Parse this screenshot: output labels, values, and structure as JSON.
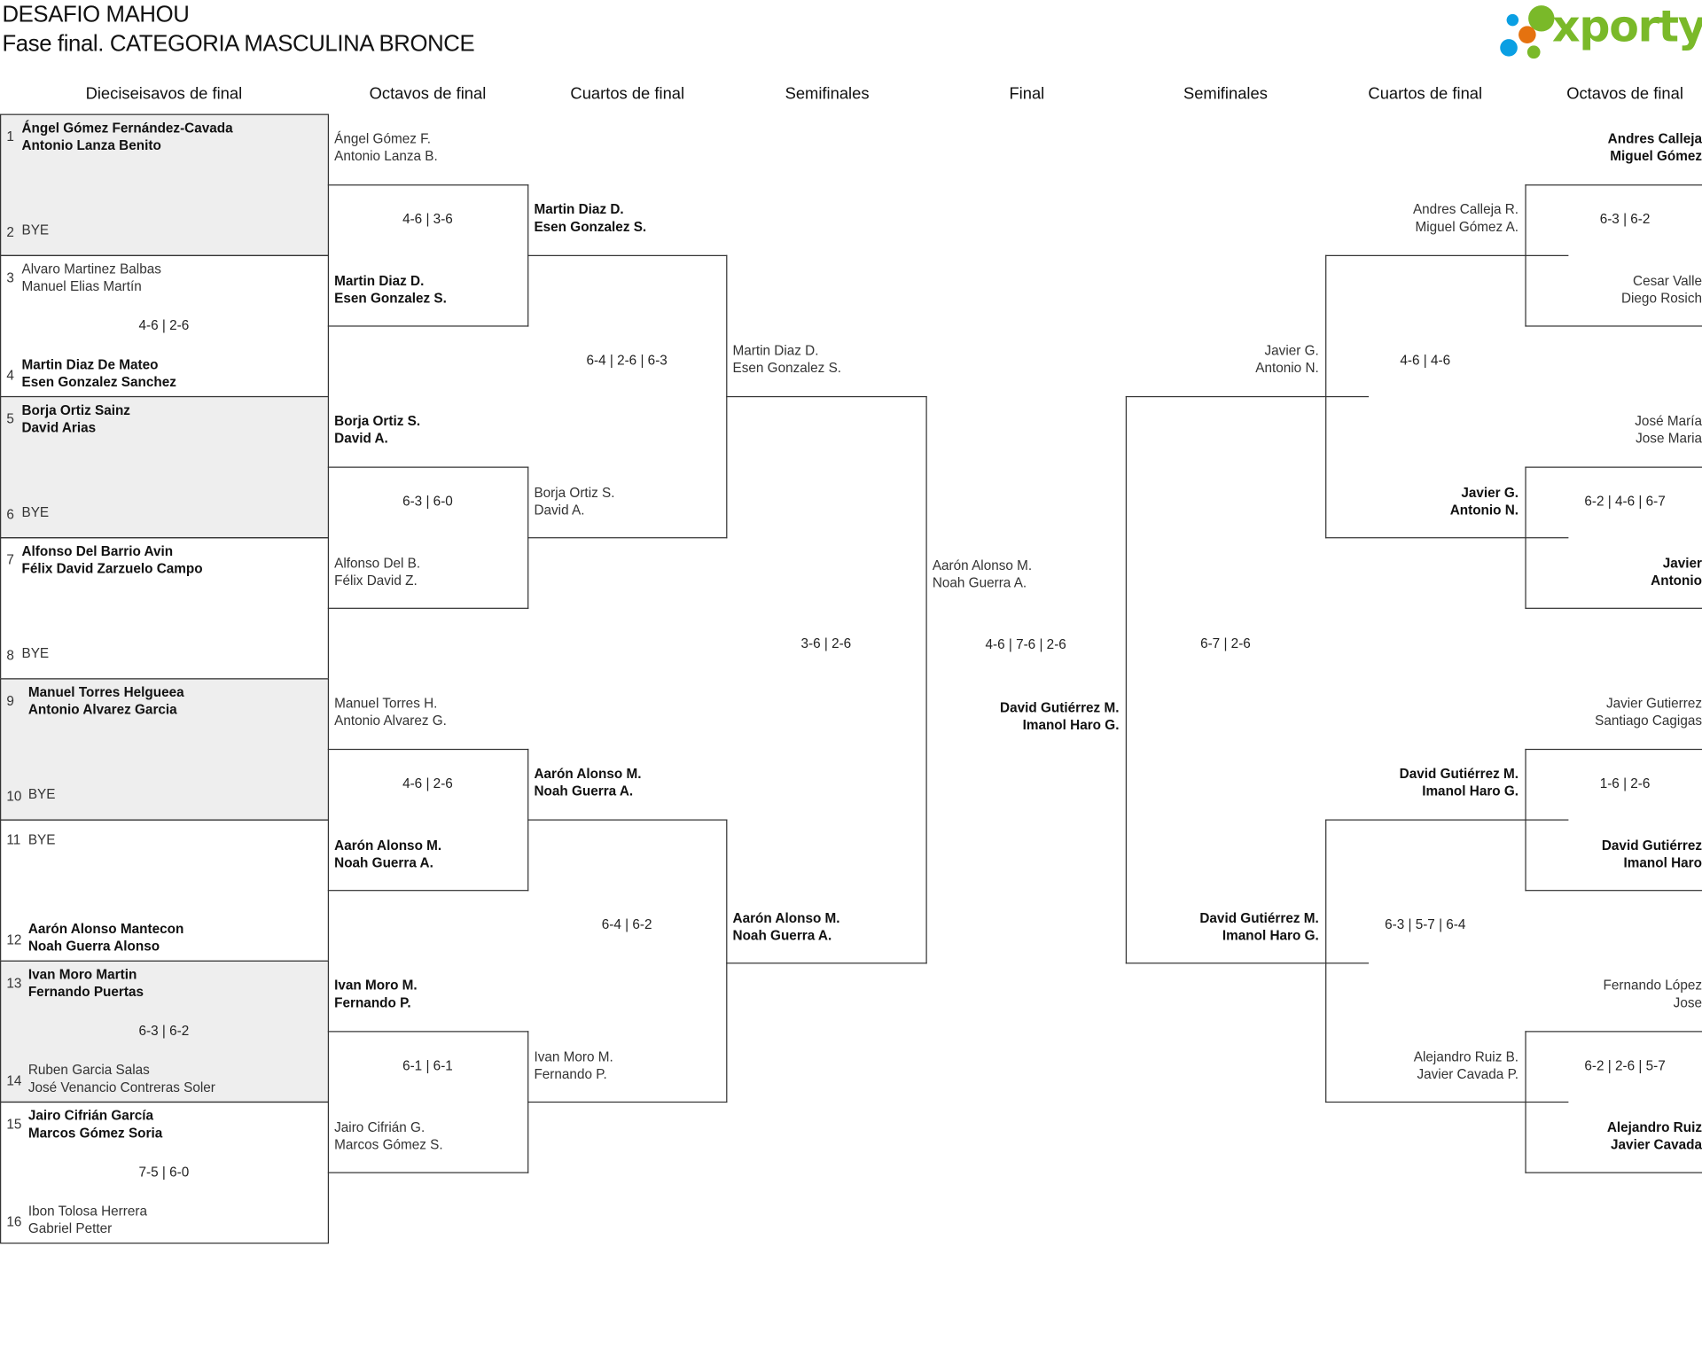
{
  "header": {
    "title": "DESAFIO MAHOU",
    "subtitle": "Fase final. CATEGORIA MASCULINA BRONCE",
    "logo_text": "xporty",
    "logo_colors": {
      "green": "#7ab929",
      "blue": "#0a9fe3",
      "orange": "#e5720f"
    }
  },
  "columns": [
    "Dieciseisavos de final",
    "Octavos de final",
    "Cuartos de final",
    "Semifinales",
    "Final",
    "Semifinales",
    "Cuartos de final",
    "Octavos de final"
  ],
  "round_of_32": [
    {
      "top": {
        "seed": "1",
        "names": [
          "Ángel Gómez Fernández-Cavada",
          "Antonio Lanza Benito"
        ],
        "winner": true
      },
      "bottom": {
        "seed": "2",
        "names": [
          "BYE"
        ],
        "winner": false
      },
      "score": ""
    },
    {
      "top": {
        "seed": "3",
        "names": [
          "Alvaro Martinez Balbas",
          "Manuel Elias Martín"
        ],
        "winner": false
      },
      "bottom": {
        "seed": "4",
        "names": [
          "Martin Diaz De Mateo",
          "Esen Gonzalez Sanchez"
        ],
        "winner": true
      },
      "score": "4-6 | 2-6"
    },
    {
      "top": {
        "seed": "5",
        "names": [
          "Borja Ortiz Sainz",
          "David Arias"
        ],
        "winner": true
      },
      "bottom": {
        "seed": "6",
        "names": [
          "BYE"
        ],
        "winner": false
      },
      "score": ""
    },
    {
      "top": {
        "seed": "7",
        "names": [
          "Alfonso Del Barrio Avin",
          "Félix David Zarzuelo Campo"
        ],
        "winner": true
      },
      "bottom": {
        "seed": "8",
        "names": [
          "BYE"
        ],
        "winner": false
      },
      "score": ""
    },
    {
      "top": {
        "seed": "9",
        "names": [
          "Manuel Torres Helgueea",
          "Antonio Alvarez Garcia"
        ],
        "winner": true
      },
      "bottom": {
        "seed": "10",
        "names": [
          "BYE"
        ],
        "winner": false
      },
      "score": ""
    },
    {
      "top": {
        "seed": "11",
        "names": [
          "BYE"
        ],
        "winner": false
      },
      "bottom": {
        "seed": "12",
        "names": [
          "Aarón Alonso Mantecon",
          "Noah Guerra Alonso"
        ],
        "winner": true
      },
      "score": ""
    },
    {
      "top": {
        "seed": "13",
        "names": [
          "Ivan Moro Martin",
          "Fernando Puertas"
        ],
        "winner": true
      },
      "bottom": {
        "seed": "14",
        "names": [
          "Ruben Garcia Salas",
          "José Venancio Contreras Soler"
        ],
        "winner": false
      },
      "score": "6-3 | 6-2"
    },
    {
      "top": {
        "seed": "15",
        "names": [
          "Jairo Cifrián García",
          "Marcos Gómez Soria"
        ],
        "winner": true
      },
      "bottom": {
        "seed": "16",
        "names": [
          "Ibon Tolosa Herrera",
          "Gabriel Petter"
        ],
        "winner": false
      },
      "score": "7-5 | 6-0"
    }
  ],
  "left": {
    "round_of_16": [
      {
        "top": {
          "names": [
            "Ángel Gómez F.",
            "Antonio Lanza B."
          ],
          "winner": false
        },
        "bottom": {
          "names": [
            "Martin Diaz D.",
            "Esen Gonzalez S."
          ],
          "winner": true
        },
        "score": "4-6 | 3-6"
      },
      {
        "top": {
          "names": [
            "Borja Ortiz S.",
            "David A."
          ],
          "winner": true
        },
        "bottom": {
          "names": [
            "Alfonso Del B.",
            "Félix David Z."
          ],
          "winner": false
        },
        "score": "6-3 | 6-0"
      },
      {
        "top": {
          "names": [
            "Manuel Torres H.",
            "Antonio Alvarez G."
          ],
          "winner": false
        },
        "bottom": {
          "names": [
            "Aarón Alonso M.",
            "Noah Guerra A."
          ],
          "winner": true
        },
        "score": "4-6 | 2-6"
      },
      {
        "top": {
          "names": [
            "Ivan Moro M.",
            "Fernando P."
          ],
          "winner": true
        },
        "bottom": {
          "names": [
            "Jairo Cifrián G.",
            "Marcos Gómez S."
          ],
          "winner": false
        },
        "score": "6-1 | 6-1"
      }
    ],
    "quarterfinals": [
      {
        "top": {
          "names": [
            "Martin Diaz D.",
            "Esen Gonzalez S."
          ],
          "winner": true
        },
        "bottom": {
          "names": [
            "Borja Ortiz S.",
            "David A."
          ],
          "winner": false
        },
        "score": "6-4 | 2-6 | 6-3"
      },
      {
        "top": {
          "names": [
            "Aarón Alonso M.",
            "Noah Guerra A."
          ],
          "winner": true
        },
        "bottom": {
          "names": [
            "Ivan Moro M.",
            "Fernando P."
          ],
          "winner": false
        },
        "score": "6-4 | 6-2"
      }
    ],
    "semifinal": {
      "top": {
        "names": [
          "Martin Diaz D.",
          "Esen Gonzalez S."
        ],
        "winner": false
      },
      "bottom": {
        "names": [
          "Aarón Alonso M.",
          "Noah Guerra A."
        ],
        "winner": true
      },
      "score": "3-6 | 2-6"
    }
  },
  "final": {
    "top": {
      "names": [
        "Aarón Alonso M.",
        "Noah Guerra A."
      ],
      "winner": false
    },
    "bottom": {
      "names": [
        "David Gutiérrez M.",
        "Imanol Haro G."
      ],
      "winner": true
    },
    "score": "4-6 | 7-6 | 2-6"
  },
  "right": {
    "semifinal": {
      "top": {
        "names": [
          "Javier G.",
          "Antonio N."
        ],
        "winner": false
      },
      "bottom": {
        "names": [
          "David Gutiérrez M.",
          "Imanol Haro G."
        ],
        "winner": true
      },
      "score": "6-7 | 2-6"
    },
    "quarterfinals": [
      {
        "top": {
          "names": [
            "Andres Calleja R.",
            "Miguel Gómez A."
          ],
          "winner": false
        },
        "bottom": {
          "names": [
            "Javier G.",
            "Antonio N."
          ],
          "winner": true
        },
        "score": "4-6 | 4-6"
      },
      {
        "top": {
          "names": [
            "David Gutiérrez M.",
            "Imanol Haro G."
          ],
          "winner": true
        },
        "bottom": {
          "names": [
            "Alejandro Ruiz B.",
            "Javier Cavada P."
          ],
          "winner": false
        },
        "score": "6-3 | 5-7 | 6-4"
      }
    ],
    "round_of_16": [
      {
        "top": {
          "names": [
            "Andres Calleja",
            "Miguel Gómez"
          ],
          "winner": true
        },
        "bottom": {
          "names": [
            "Cesar Valle",
            "Diego Rosich"
          ],
          "winner": false
        },
        "score": "6-3 | 6-2"
      },
      {
        "top": {
          "names": [
            "José María",
            "Jose Maria"
          ],
          "winner": false
        },
        "bottom": {
          "names": [
            "Javier",
            "Antonio"
          ],
          "winner": true
        },
        "score": "6-2 | 4-6 | 6-7"
      },
      {
        "top": {
          "names": [
            "Javier Gutierrez",
            "Santiago Cagigas"
          ],
          "winner": false
        },
        "bottom": {
          "names": [
            "David Gutiérrez",
            "Imanol Haro"
          ],
          "winner": true
        },
        "score": "1-6 | 2-6"
      },
      {
        "top": {
          "names": [
            "Fernando López",
            "Jose"
          ],
          "winner": false
        },
        "bottom": {
          "names": [
            "Alejandro Ruiz",
            "Javier Cavada"
          ],
          "winner": true
        },
        "score": "6-2 | 2-6 | 5-7"
      }
    ]
  }
}
